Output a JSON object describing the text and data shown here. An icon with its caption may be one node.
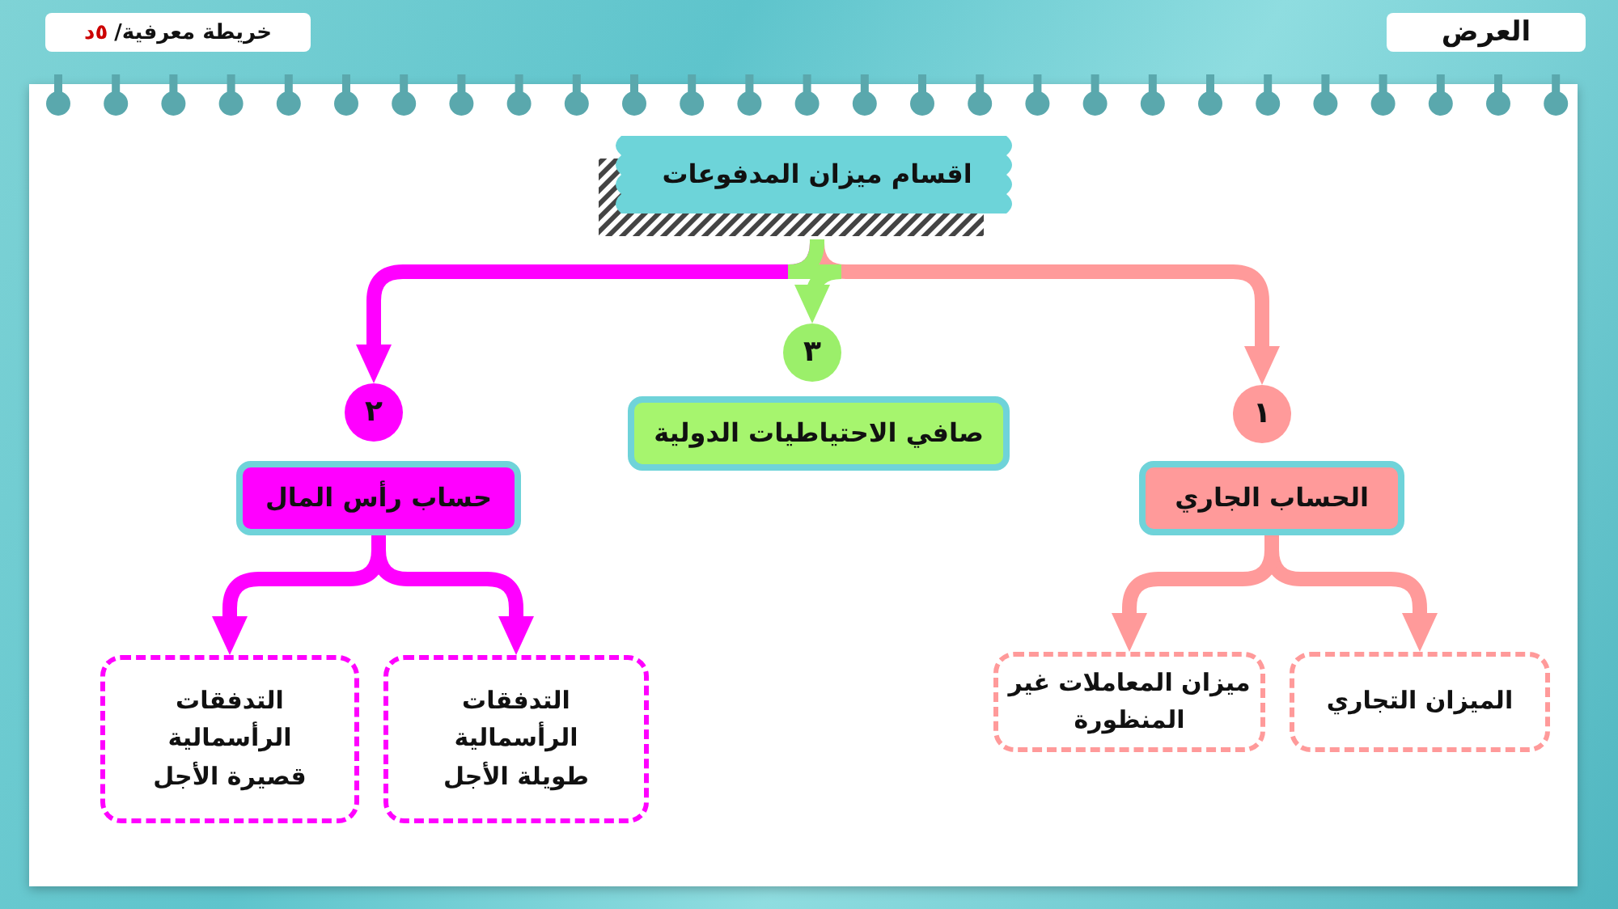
{
  "diagram": {
    "nodes": [
      {
        "text": [
          "اقسام ميزان المدفوعات"
        ]
      },
      {
        "text": [
          "١"
        ]
      },
      {
        "text": [
          "٣"
        ]
      },
      {
        "text": [
          "٢"
        ]
      },
      {
        "text": [
          "الحساب الجاري"
        ]
      },
      {
        "text": [
          "صافي الاحتياطيات الدولية"
        ]
      },
      {
        "text": [
          "حساب رأس المال"
        ]
      },
      {
        "text": [
          "الميزان التجاري"
        ]
      },
      {
        "text": [
          "ميزان المعاملات غير المنظورة"
        ]
      },
      {
        "text": [
          "التدفقات الرأسمالية طويلة الأجل"
        ]
      },
      {
        "text": [
          "التدفقات الرأسمالية قصيرة الأجل"
        ]
      }
    ],
    "edges": [
      {
        "from": 0,
        "to": 3,
        "arrow": "to",
        "color": "#ff00ff"
      },
      {
        "from": 0,
        "to": 1,
        "arrow": "to",
        "color": "#ff9a9a"
      },
      {
        "from": 0,
        "to": 2,
        "arrow": "to",
        "color": "#9bef6a"
      },
      {
        "from": 4,
        "to": 7,
        "arrow": "to",
        "color": "#ff9a9a"
      },
      {
        "from": 4,
        "to": 8,
        "arrow": "to",
        "color": "#ff9a9a"
      },
      {
        "from": 6,
        "to": 9,
        "arrow": "to",
        "color": "#ff00ff"
      },
      {
        "from": 6,
        "to": 10,
        "arrow": "to",
        "color": "#ff00ff"
      }
    ],
    "labels": [
      "العرض",
      "خريطة معرفية/",
      "٥د"
    ]
  }
}
